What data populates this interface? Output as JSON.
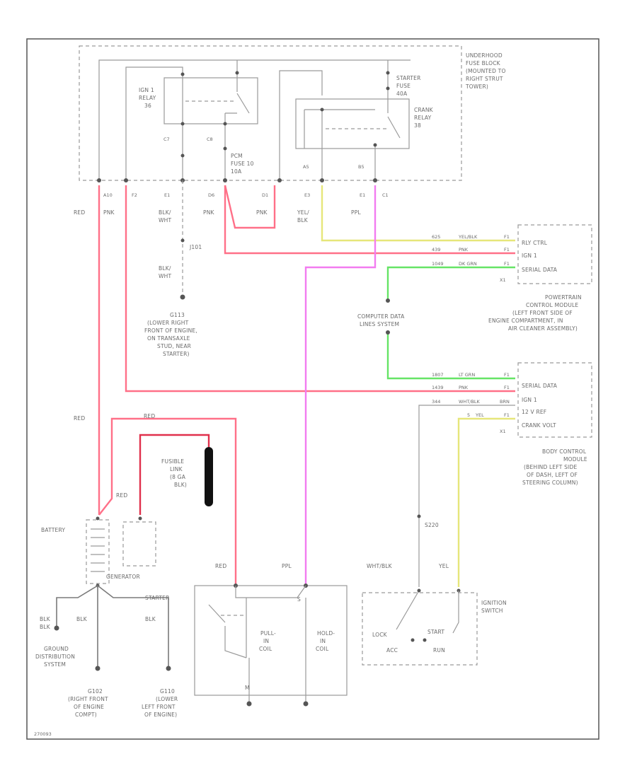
{
  "colors": {
    "red_wire": "#ff7088",
    "pink_wire": "#f27cf0",
    "green_wire": "#66e466",
    "yellow_wire": "#e6e67a",
    "frame": "#555555"
  },
  "fuse_block": {
    "label": [
      "UNDERHOOD",
      "FUSE BLOCK",
      "(MOUNTED TO",
      "RIGHT STRUT",
      "TOWER)"
    ]
  },
  "ign1_relay": {
    "label": [
      "IGN 1",
      "RELAY",
      "36"
    ]
  },
  "starter_fuse": {
    "label": [
      "STARTER",
      "FUSE",
      "40A"
    ]
  },
  "crank_relay": {
    "label": [
      "CRANK",
      "RELAY",
      "38"
    ]
  },
  "pcm_fuse": {
    "label": [
      "PCM",
      "FUSE 10",
      "10A"
    ]
  },
  "connectors": [
    "C7",
    "C8",
    "A10",
    "F2",
    "E1",
    "D6",
    "D1",
    "E3",
    "E1",
    "C1",
    "A5",
    "B5"
  ],
  "wire_labels": {
    "red": "RED",
    "pnk": "PNK",
    "blk_wht": [
      "BLK/",
      "WHT"
    ],
    "yel_blk": [
      "YEL/",
      "BLK"
    ],
    "ppl": "PPL",
    "blk": "BLK",
    "wht_blk": "WHT/BLK",
    "yel": "YEL"
  },
  "j101": "J101",
  "g113": {
    "label": [
      "G113",
      "(LOWER RIGHT",
      "FRONT OF ENGINE,",
      "ON TRANSAXLE",
      "STUD, NEAR",
      "STARTER)"
    ]
  },
  "pcm": {
    "pins": [
      "RLY CTRL",
      "IGN 1",
      "SERIAL DATA"
    ],
    "circuits": [
      "625",
      "439",
      "1049"
    ],
    "wire_colors": [
      "YEL/BLK",
      "PNK",
      "DK GRN"
    ],
    "pin_ids": [
      "F1",
      "F1",
      "F1"
    ],
    "connector": "X1",
    "label": [
      "POWERTRAIN",
      "CONTROL MODULE",
      "(LEFT FRONT SIDE OF",
      "ENGINE COMPARTMENT, IN",
      "AIR CLEANER ASSEMBLY)"
    ]
  },
  "data_lines": {
    "label": [
      "COMPUTER DATA",
      "LINES SYSTEM"
    ]
  },
  "bcm": {
    "pins": [
      "SERIAL DATA",
      "IGN 1",
      "12 V REF",
      "CRANK VOLT"
    ],
    "circuits": [
      "1807",
      "1439",
      "344",
      "5"
    ],
    "wire_colors": [
      "LT GRN",
      "PNK",
      "WHT/BLK",
      "YEL"
    ],
    "pin_ids": [
      "F1",
      "F1",
      "BRN",
      "F1"
    ],
    "connector": "X1",
    "label": [
      "BODY CONTROL",
      "MODULE",
      "(BEHIND LEFT SIDE",
      "OF DASH, LEFT OF",
      "STEERING COLUMN)"
    ]
  },
  "fusible_link": {
    "label": [
      "FUSIBLE",
      "LINK",
      "(8 GA",
      "BLK)"
    ]
  },
  "battery": {
    "label": "BATTERY"
  },
  "generator": {
    "label": "GENERATOR"
  },
  "starter": {
    "label": "STARTER",
    "pull_in": [
      "PULL-",
      "IN",
      "COIL"
    ],
    "hold_in": [
      "HOLD-",
      "IN",
      "COIL"
    ],
    "s_terminal": "S"
  },
  "ignition_switch": {
    "label": [
      "IGNITION",
      "SWITCH"
    ],
    "positions": [
      "LOCK",
      "START",
      "ACC",
      "RUN"
    ]
  },
  "s220": "S220",
  "ground_dist": {
    "label": [
      "GROUND",
      "DISTRIBUTION",
      "SYSTEM"
    ]
  },
  "g102": {
    "label": [
      "G102",
      "(RIGHT FRONT",
      "OF ENGINE",
      "COMPT)"
    ]
  },
  "g110": {
    "label": [
      "G110",
      "(LOWER",
      "LEFT FRONT",
      "OF ENGINE)"
    ]
  },
  "footer": "270093"
}
